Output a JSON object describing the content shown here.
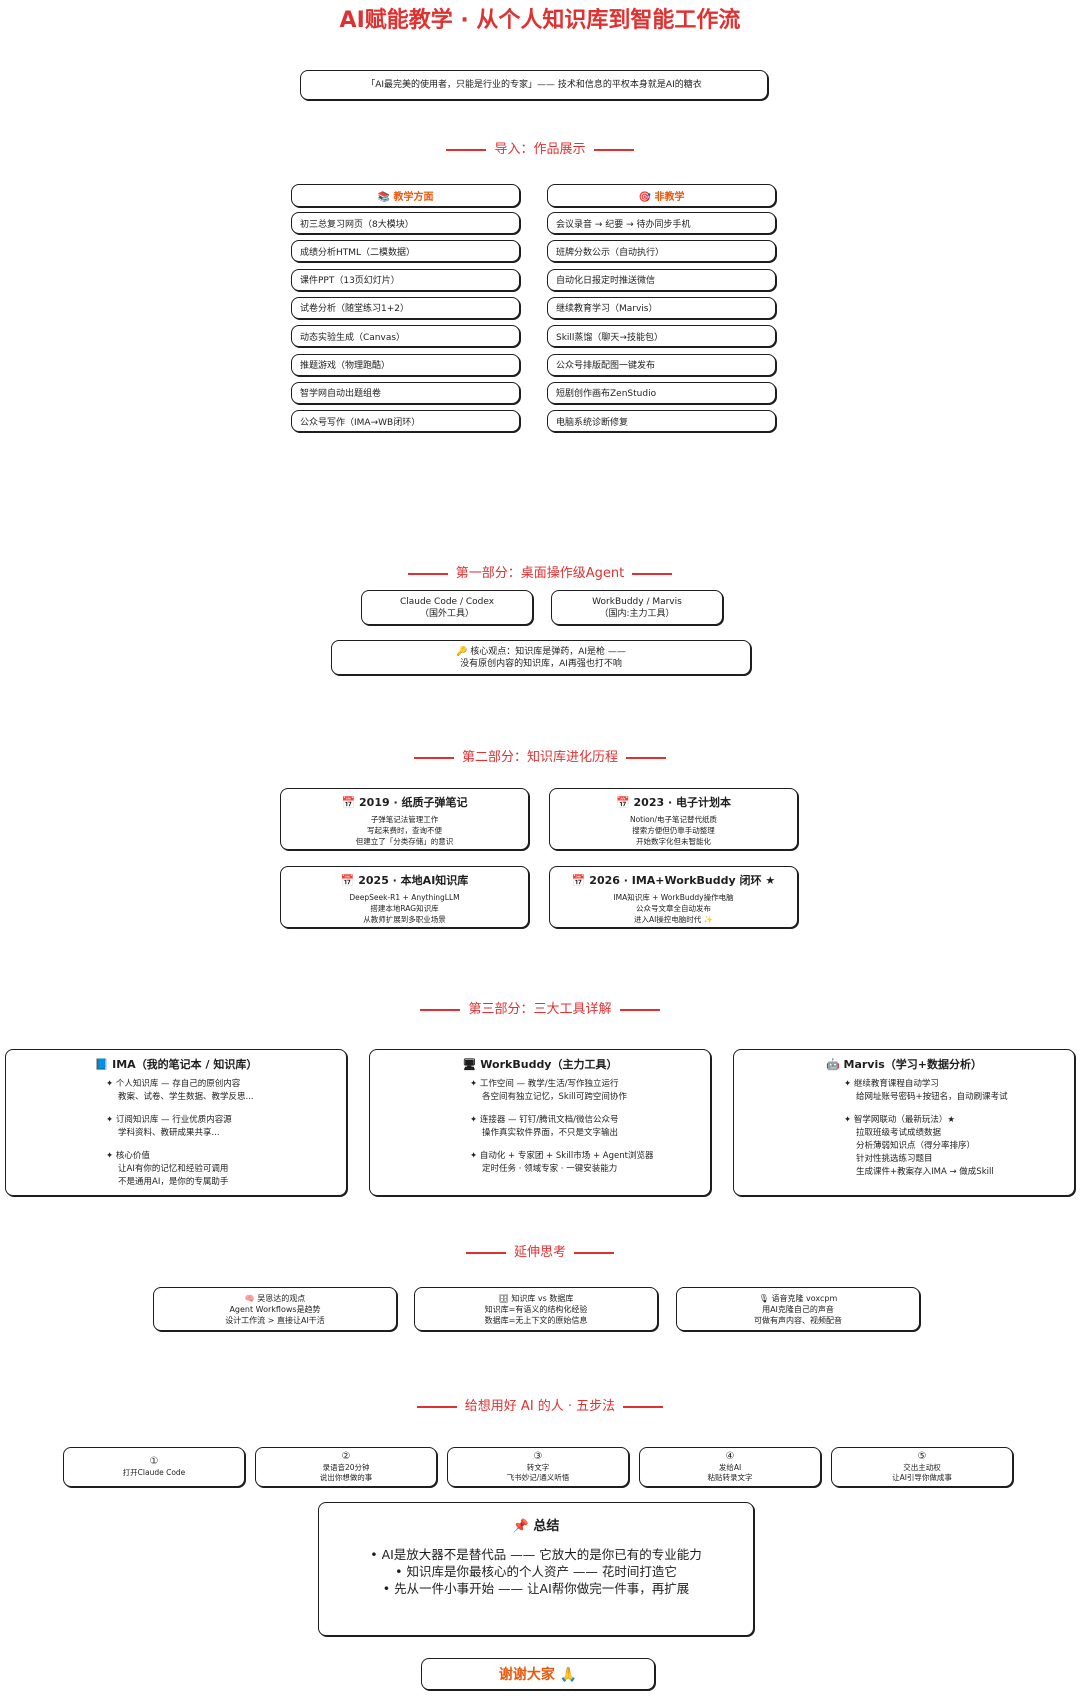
{
  "title": "AI赋能教学 · 从个人知识库到智能工作流",
  "quote": "「AI最完美的使用者，只能是行业的专家」—— 技术和信息的平权本身就是AI的糖衣",
  "intro": {
    "heading": "导入：作品展示",
    "teaching": {
      "header": "📚 教学方面",
      "items": [
        "初三总复习网页（8大模块）",
        "成绩分析HTML（二模数据）",
        "课件PPT（13页幻灯片）",
        "试卷分析（随堂练习1+2）",
        "动态实验生成（Canvas）",
        "推题游戏（物理跑酷）",
        "智学网自动出题组卷",
        "公众号写作（IMA→WB闭环）"
      ]
    },
    "nonteaching": {
      "header": "🎯 非教学",
      "items": [
        "会议录音 → 纪要 → 待办同步手机",
        "班牌分数公示（自动执行）",
        "自动化日报定时推送微信",
        "继续教育学习（Marvis）",
        "Skill蒸馏（聊天→技能包）",
        "公众号排版配图一键发布",
        "短剧创作画布ZenStudio",
        "电脑系统诊断修复"
      ]
    }
  },
  "part1": {
    "heading": "第一部分：桌面操作级Agent",
    "tool_a": [
      "Claude Code / Codex",
      "（国外工具）"
    ],
    "tool_b": [
      "WorkBuddy / Marvis",
      "（国内:主力工具）"
    ],
    "core": [
      "🔑 核心观点：知识库是弹药，AI是枪 ——",
      "没有原创内容的知识库，AI再强也打不响"
    ]
  },
  "part2": {
    "heading": "第二部分：知识库进化历程",
    "stages": [
      {
        "title": "📅 2019 · 纸质子弹笔记",
        "lines": [
          "子弹笔记法管理工作",
          "写起来费时，查询不便",
          "但建立了「分类存储」的意识"
        ]
      },
      {
        "title": "📅 2023 · 电子计划本",
        "lines": [
          "Notion/电子笔记替代纸质",
          "搜索方便但仍靠手动整理",
          "开始数字化但未智能化"
        ]
      },
      {
        "title": "📅 2025 · 本地AI知识库",
        "lines": [
          "DeepSeek-R1 + AnythingLLM",
          "搭建本地RAG知识库",
          "从教师扩展到多职业场景"
        ]
      },
      {
        "title": "📅 2026 · IMA+WorkBuddy 闭环 ★",
        "lines": [
          "IMA知识库 + WorkBuddy操作电脑",
          "公众号文章全自动发布",
          "进入AI操控电脑时代 ✨"
        ]
      }
    ]
  },
  "part3": {
    "heading": "第三部分：三大工具详解",
    "tools": [
      {
        "title": "📘 IMA（我的笔记本 / 知识库）",
        "points": [
          [
            "✦ 个人知识库 — 存自己的原创内容",
            "教案、试卷、学生数据、教学反思..."
          ],
          [
            "✦ 订阅知识库 — 行业优质内容源",
            "学科资料、教研成果共享..."
          ],
          [
            "✦ 核心价值",
            "让AI有你的记忆和经验可调用",
            "不是通用AI，是你的专属助手"
          ]
        ]
      },
      {
        "title": "🖥 WorkBuddy（主力工具）",
        "points": [
          [
            "✦ 工作空间 — 教学/生活/写作独立运行",
            "各空间有独立记忆，Skill可跨空间协作"
          ],
          [
            "✦ 连接器 — 钉钉/腾讯文档/微信公众号",
            "操作真实软件界面，不只是文字输出"
          ],
          [
            "✦ 自动化 + 专家团 + Skill市场 + Agent浏览器",
            "定时任务 · 领域专家 · 一键安装能力"
          ]
        ]
      },
      {
        "title": "🤖 Marvis（学习+数据分析）",
        "points": [
          [
            "✦ 继续教育课程自动学习",
            "给网址账号密码+按钮名，自动刷课考试"
          ],
          [
            "✦ 智学网联动（最新玩法）★",
            "拉取班级考试成绩数据",
            "分析薄弱知识点（得分率排序）",
            "针对性挑选练习题目",
            "生成课件+教案存入IMA → 做成Skill"
          ]
        ]
      }
    ]
  },
  "extend": {
    "heading": "延伸思考",
    "cards": [
      [
        "🧠 吴恩达的观点",
        "Agent Workflows是趋势",
        "设计工作流 > 直接让AI干活"
      ],
      [
        "🗄 知识库 vs 数据库",
        "知识库=有语义的结构化经验",
        "数据库=无上下文的原始信息"
      ],
      [
        "🎙 语音克隆 voxcpm",
        "用AI克隆自己的声音",
        "可做有声内容、视频配音"
      ]
    ]
  },
  "steps": {
    "heading": "给想用好 AI 的人 · 五步法",
    "items": [
      {
        "num": "①",
        "lines": [
          "打开Claude Code"
        ]
      },
      {
        "num": "②",
        "lines": [
          "录语音20分钟",
          "说出你想做的事"
        ]
      },
      {
        "num": "③",
        "lines": [
          "转文字",
          "飞书妙记/通义听悟"
        ]
      },
      {
        "num": "④",
        "lines": [
          "发给AI",
          "粘贴转录文字"
        ]
      },
      {
        "num": "⑤",
        "lines": [
          "交出主动权",
          "让AI引导你做成事"
        ]
      }
    ]
  },
  "summary": {
    "heading": "📌 总结",
    "lines": [
      "• AI是放大器不是替代品 —— 它放大的是你已有的专业能力",
      "• 知识库是你最核心的个人资产 —— 花时间打造它",
      "• 先从一件小事开始 —— 让AI帮你做完一件事，再扩展"
    ]
  },
  "thanks": "谢谢大家 🙏"
}
